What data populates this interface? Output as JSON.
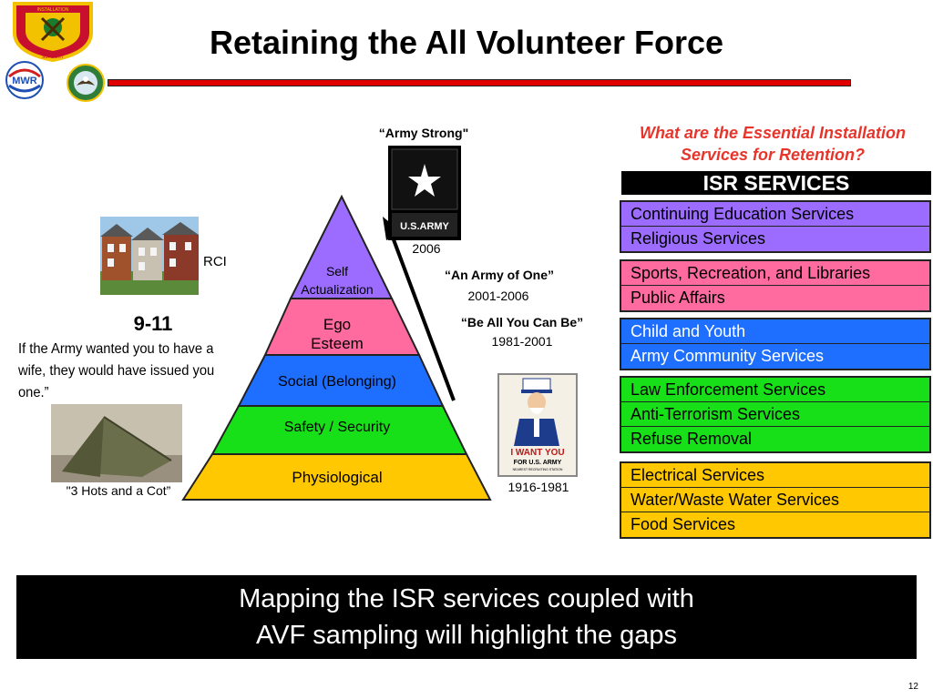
{
  "title": "Retaining the All Volunteer Force",
  "colors": {
    "redbar": "#e00000",
    "question": "#e8352b",
    "purple": "#9b6cff",
    "pink": "#ff6b9e",
    "blue": "#1e6fff",
    "green": "#18e018",
    "yellow": "#ffc800"
  },
  "logos": [
    {
      "name": "installation-support-crest",
      "text_top": "INSTALLATION",
      "text_bottom": "SUPPORT"
    },
    {
      "name": "mwr-logo",
      "text": "MWR"
    },
    {
      "name": "eagle-seal-logo"
    }
  ],
  "question": {
    "line1": "What are the Essential Installation",
    "line2": "Services for Retention?"
  },
  "isr": {
    "header": "ISR SERVICES",
    "groups": [
      {
        "color": "#9b6cff",
        "items": [
          "Continuing Education Services",
          "Religious Services"
        ]
      },
      {
        "color": "#ff6b9e",
        "items": [
          "Sports, Recreation, and Libraries",
          "Public Affairs"
        ]
      },
      {
        "color": "#1e6fff",
        "items": [
          "Child and Youth",
          "Army Community Services"
        ]
      },
      {
        "color": "#18e018",
        "items": [
          "Law Enforcement Services",
          "Anti-Terrorism Services",
          "Refuse Removal"
        ]
      },
      {
        "color": "#ffc800",
        "items": [
          "Electrical Services",
          "Water/Waste Water Services",
          "Food Services"
        ]
      }
    ]
  },
  "pyramid": {
    "tiers": [
      {
        "line1": "Self",
        "line2": "Actualization"
      },
      {
        "line1": "Ego",
        "line2": "Esteem"
      },
      {
        "line1": "Social (Belonging)"
      },
      {
        "line1": "Safety / Security"
      },
      {
        "line1": "Physiological"
      }
    ]
  },
  "slogans": [
    {
      "slogan": "“Army Strong\"",
      "years": "2006"
    },
    {
      "slogan": "“An Army of One”",
      "years": "2001-2006"
    },
    {
      "slogan": "“Be All You Can Be”",
      "years": "1981-2001"
    },
    {
      "years": "1916-1981"
    }
  ],
  "army_logo": {
    "text": "U.S.ARMY"
  },
  "poster": {
    "line1": "I WANT YOU",
    "line2": "FOR U.S. ARMY",
    "line3": "NEAREST RECRUITING STATION"
  },
  "left": {
    "rci_label": "RCI",
    "heading": "9-11",
    "quote": "If the Army wanted you to have a wife, they would have issued you one.”",
    "tent_caption": "\"3 Hots and a Cot”"
  },
  "banner": {
    "line1": "Mapping the ISR services coupled with",
    "line2": "AVF sampling will highlight the gaps"
  },
  "page_number": "12"
}
